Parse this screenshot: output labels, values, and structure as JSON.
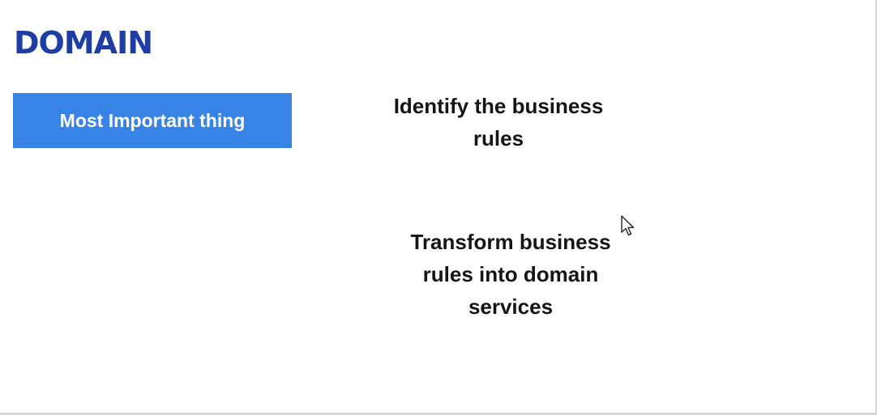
{
  "slide": {
    "title": "DOMAIN",
    "highlight": {
      "label": "Most Important thing"
    },
    "points": [
      {
        "text": "Identify the business rules"
      },
      {
        "text": "Transform business rules into domain services"
      }
    ]
  },
  "colors": {
    "title": "#1f3ea3",
    "highlight_bg": "#3784e6",
    "highlight_text": "#ffffff",
    "body_text": "#151515",
    "background": "#ffffff"
  },
  "icons": {
    "cursor": "mouse-pointer-icon"
  }
}
